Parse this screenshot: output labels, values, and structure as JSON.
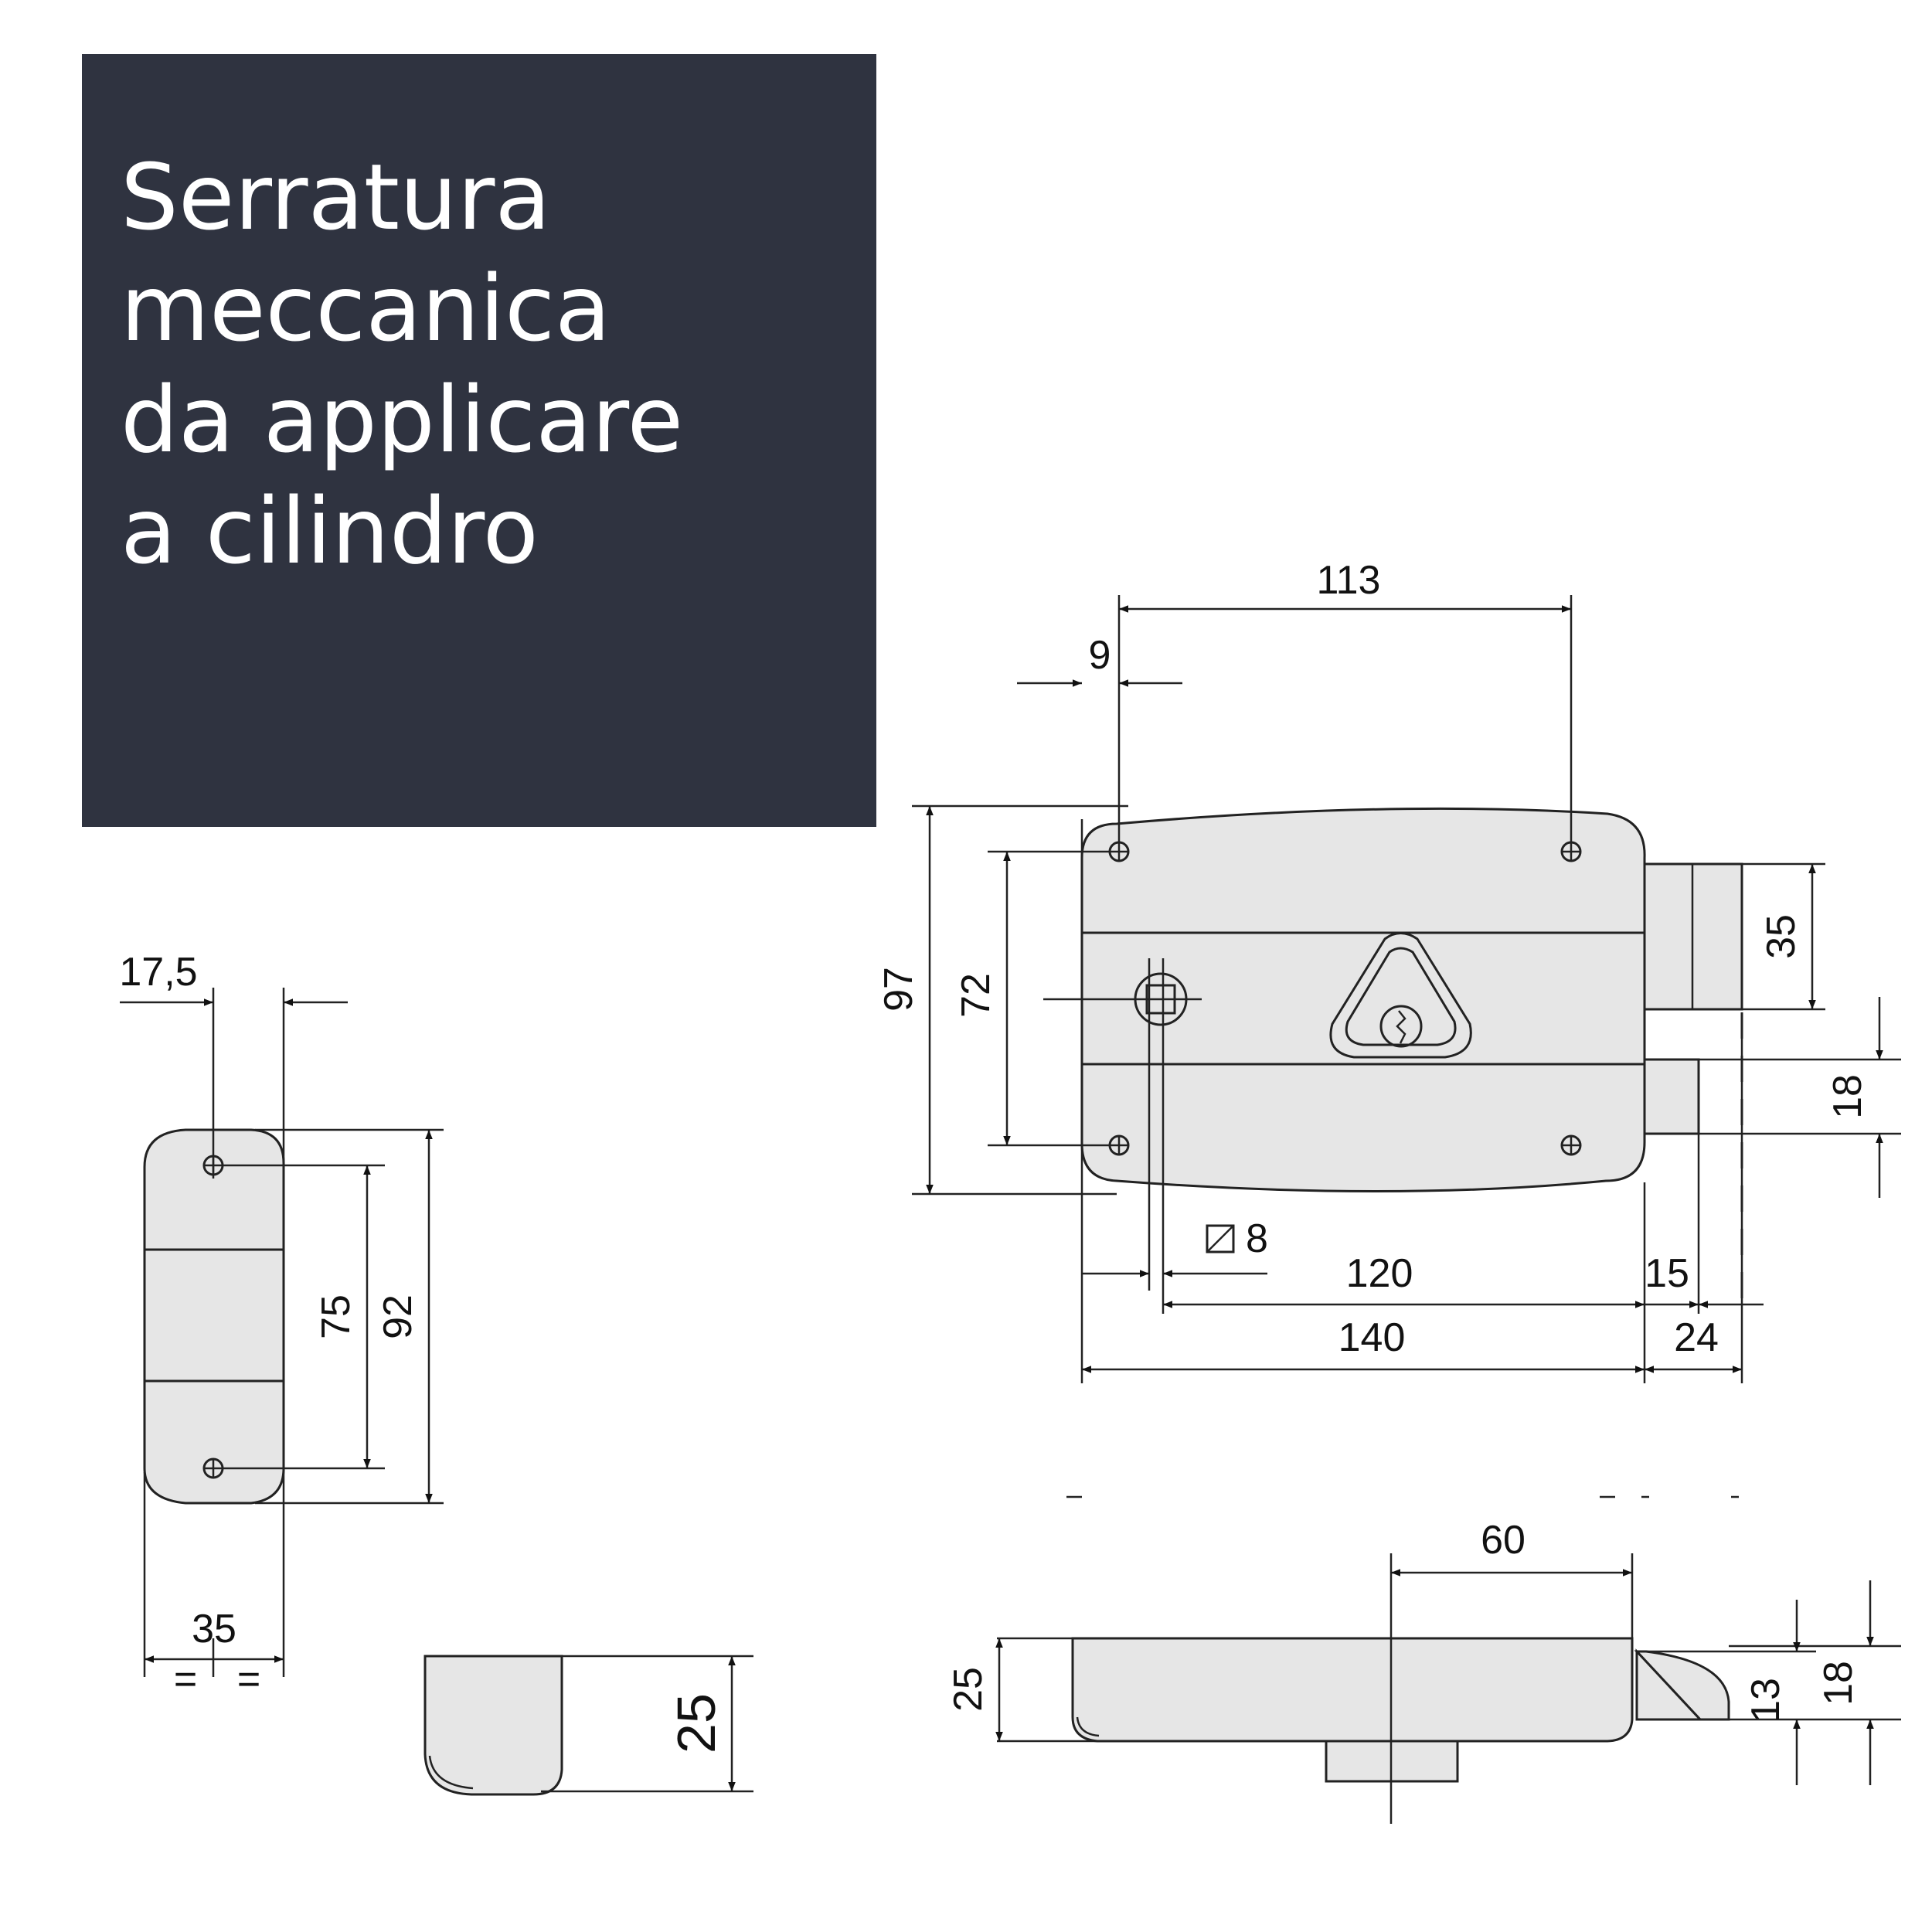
{
  "title": {
    "lines": [
      "Serratura",
      "meccanica",
      "da applicare",
      "a cilindro"
    ]
  },
  "colors": {
    "panel": "#2f3340",
    "title_text": "#ffffff",
    "part_fill": "#e6e6e6",
    "line": "#222222"
  },
  "front_view": {
    "width_overall": "140",
    "width_case": "120",
    "height_overall": "97",
    "height_screws": "72",
    "screw_spacing": "113",
    "screw_inset": "9",
    "spindle": "8",
    "bolt_throw": "15",
    "bolt_total": "24",
    "bolt_height": "35",
    "latch_height": "18"
  },
  "side_view": {
    "offset": "17,5",
    "height_screws": "75",
    "height_overall": "92",
    "width": "35",
    "equal_mark": "="
  },
  "bottom_view": {
    "depth": "25"
  },
  "top_view": {
    "cylinder_offset": "60",
    "depth": "25",
    "bolt_offset": "13",
    "bolt_height": "18"
  }
}
